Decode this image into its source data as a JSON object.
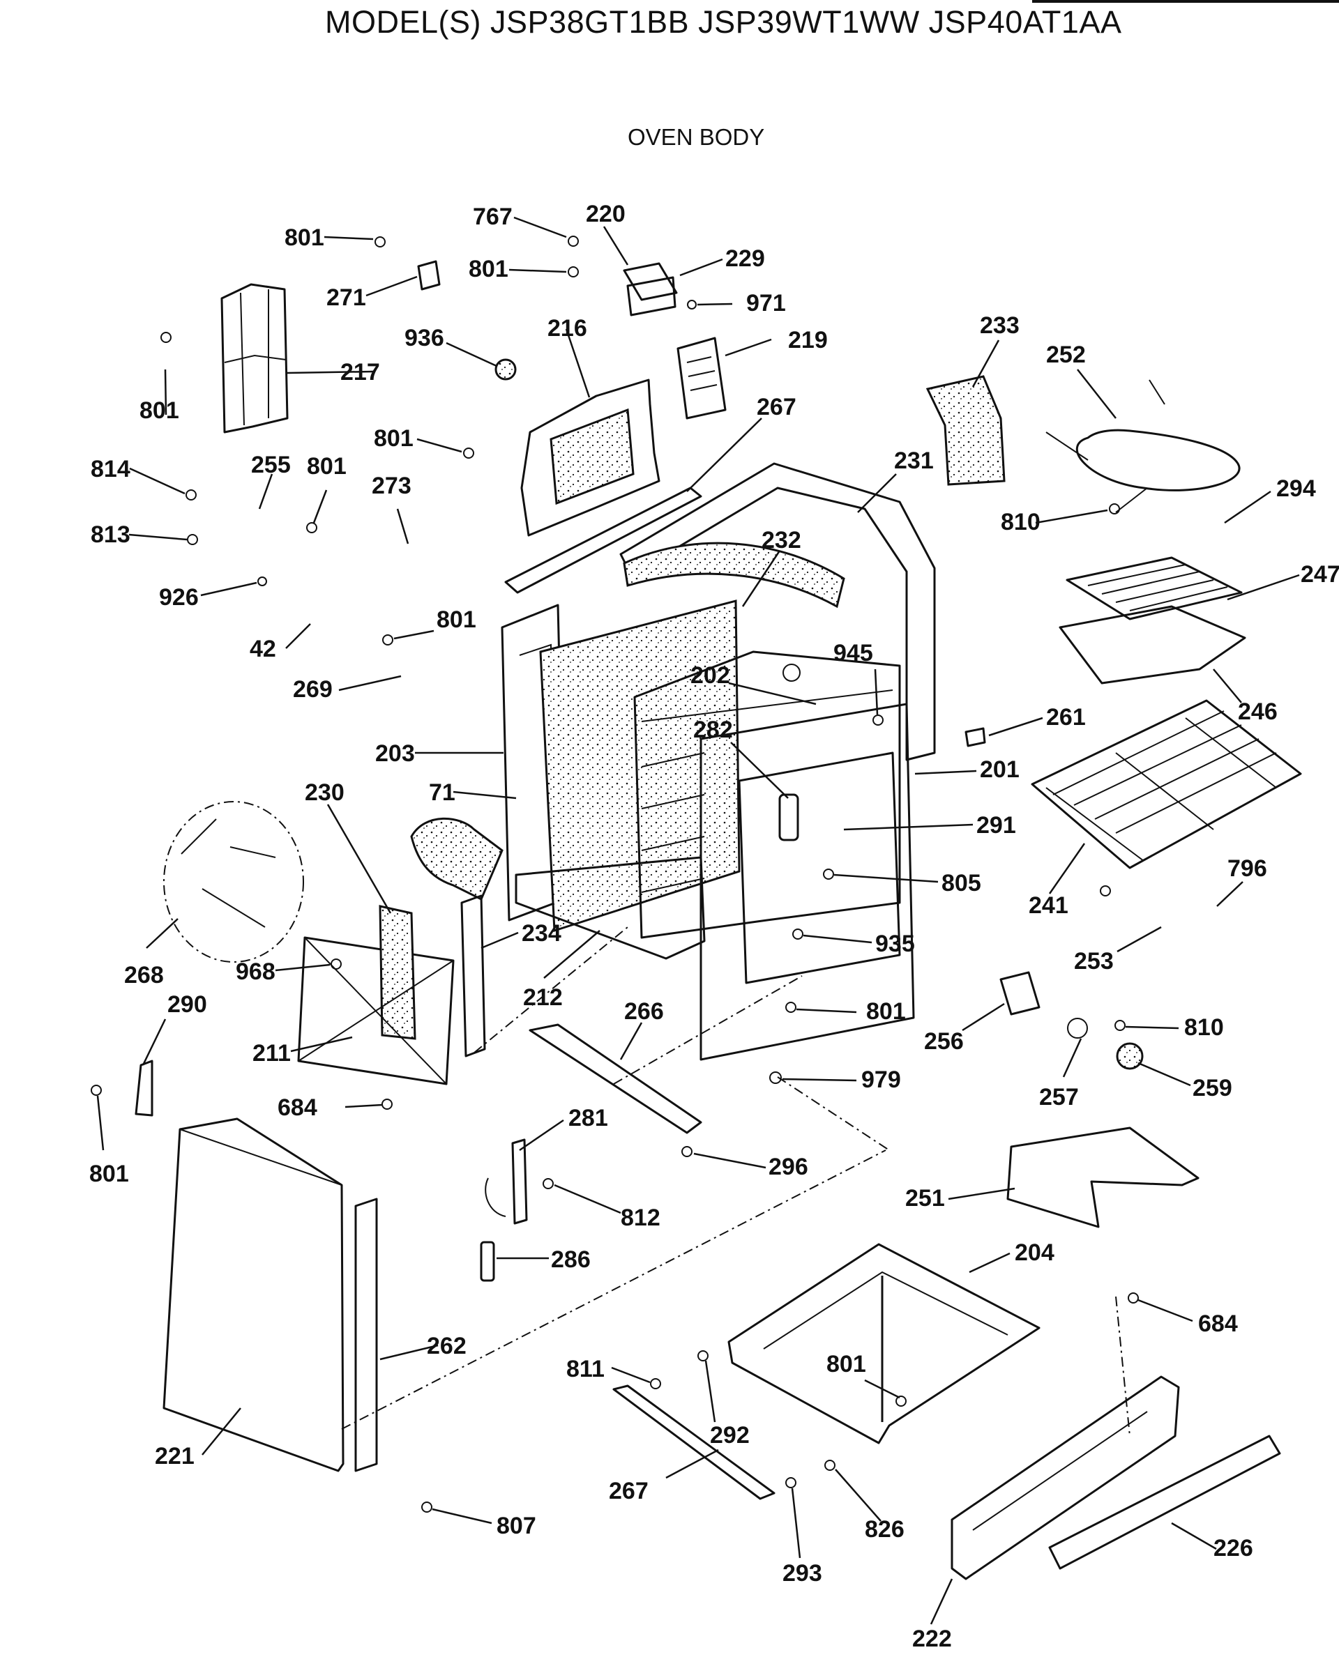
{
  "header": {
    "model_title": "MODEL(S) JSP38GT1BB  JSP39WT1WW  JSP40AT1AA",
    "section_title": "OVEN BODY"
  },
  "callouts": [
    "801",
    "767",
    "220",
    "229",
    "801",
    "971",
    "271",
    "936",
    "216",
    "219",
    "217",
    "233",
    "252",
    "267",
    "801",
    "801",
    "231",
    "814",
    "255",
    "801",
    "294",
    "273",
    "810",
    "813",
    "232",
    "926",
    "247",
    "42",
    "801",
    "945",
    "269",
    "202",
    "261",
    "246",
    "282",
    "203",
    "201",
    "71",
    "291",
    "230",
    "805",
    "241",
    "796",
    "268",
    "968",
    "234",
    "935",
    "212",
    "253",
    "290",
    "266",
    "801",
    "211",
    "256",
    "810",
    "979",
    "684",
    "257",
    "259",
    "801",
    "281",
    "296",
    "812",
    "251",
    "286",
    "204",
    "684",
    "262",
    "811",
    "801",
    "292",
    "221",
    "267",
    "826",
    "807",
    "226",
    "293",
    "222"
  ],
  "colors": {
    "ink": "#111111",
    "paper": "#ffffff"
  }
}
